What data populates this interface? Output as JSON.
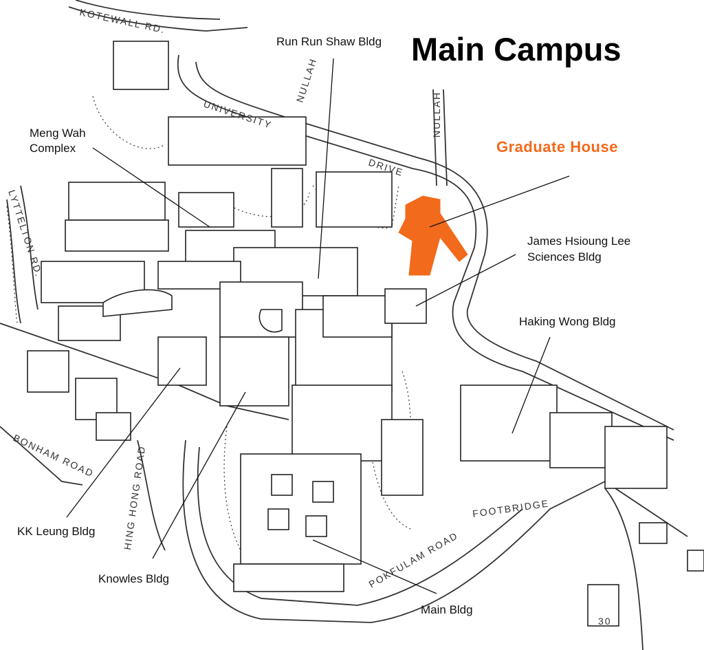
{
  "map": {
    "title": "Main Campus",
    "highlight": {
      "name": "Graduate House",
      "color": "#f26a1b"
    },
    "labels": {
      "run_run_shaw": "Run Run Shaw Bldg",
      "meng_wah_1": "Meng Wah",
      "meng_wah_2": "Complex",
      "jhl_1": "James Hsioung Lee",
      "jhl_2": "Sciences Bldg",
      "haking_wong": "Haking Wong Bldg",
      "kk_leung": "KK Leung Bldg",
      "knowles": "Knowles Bldg",
      "main_bldg": "Main Bldg"
    },
    "streets": {
      "kotewall": "KOTEWALL RD.",
      "university_drive_1": "UNIVERSITY",
      "university_drive_2": "DRIVE",
      "lyttelton": "LYTTELTON RD.",
      "nullah_1": "NULLAH",
      "nullah_2": "NULLAH",
      "bonham": "BONHAM ROAD",
      "hing_hong": "HING HONG ROAD",
      "pokfulam": "POKFULAM ROAD",
      "footbridge": "FOOTBRIDGE",
      "marker_30": "30"
    }
  }
}
